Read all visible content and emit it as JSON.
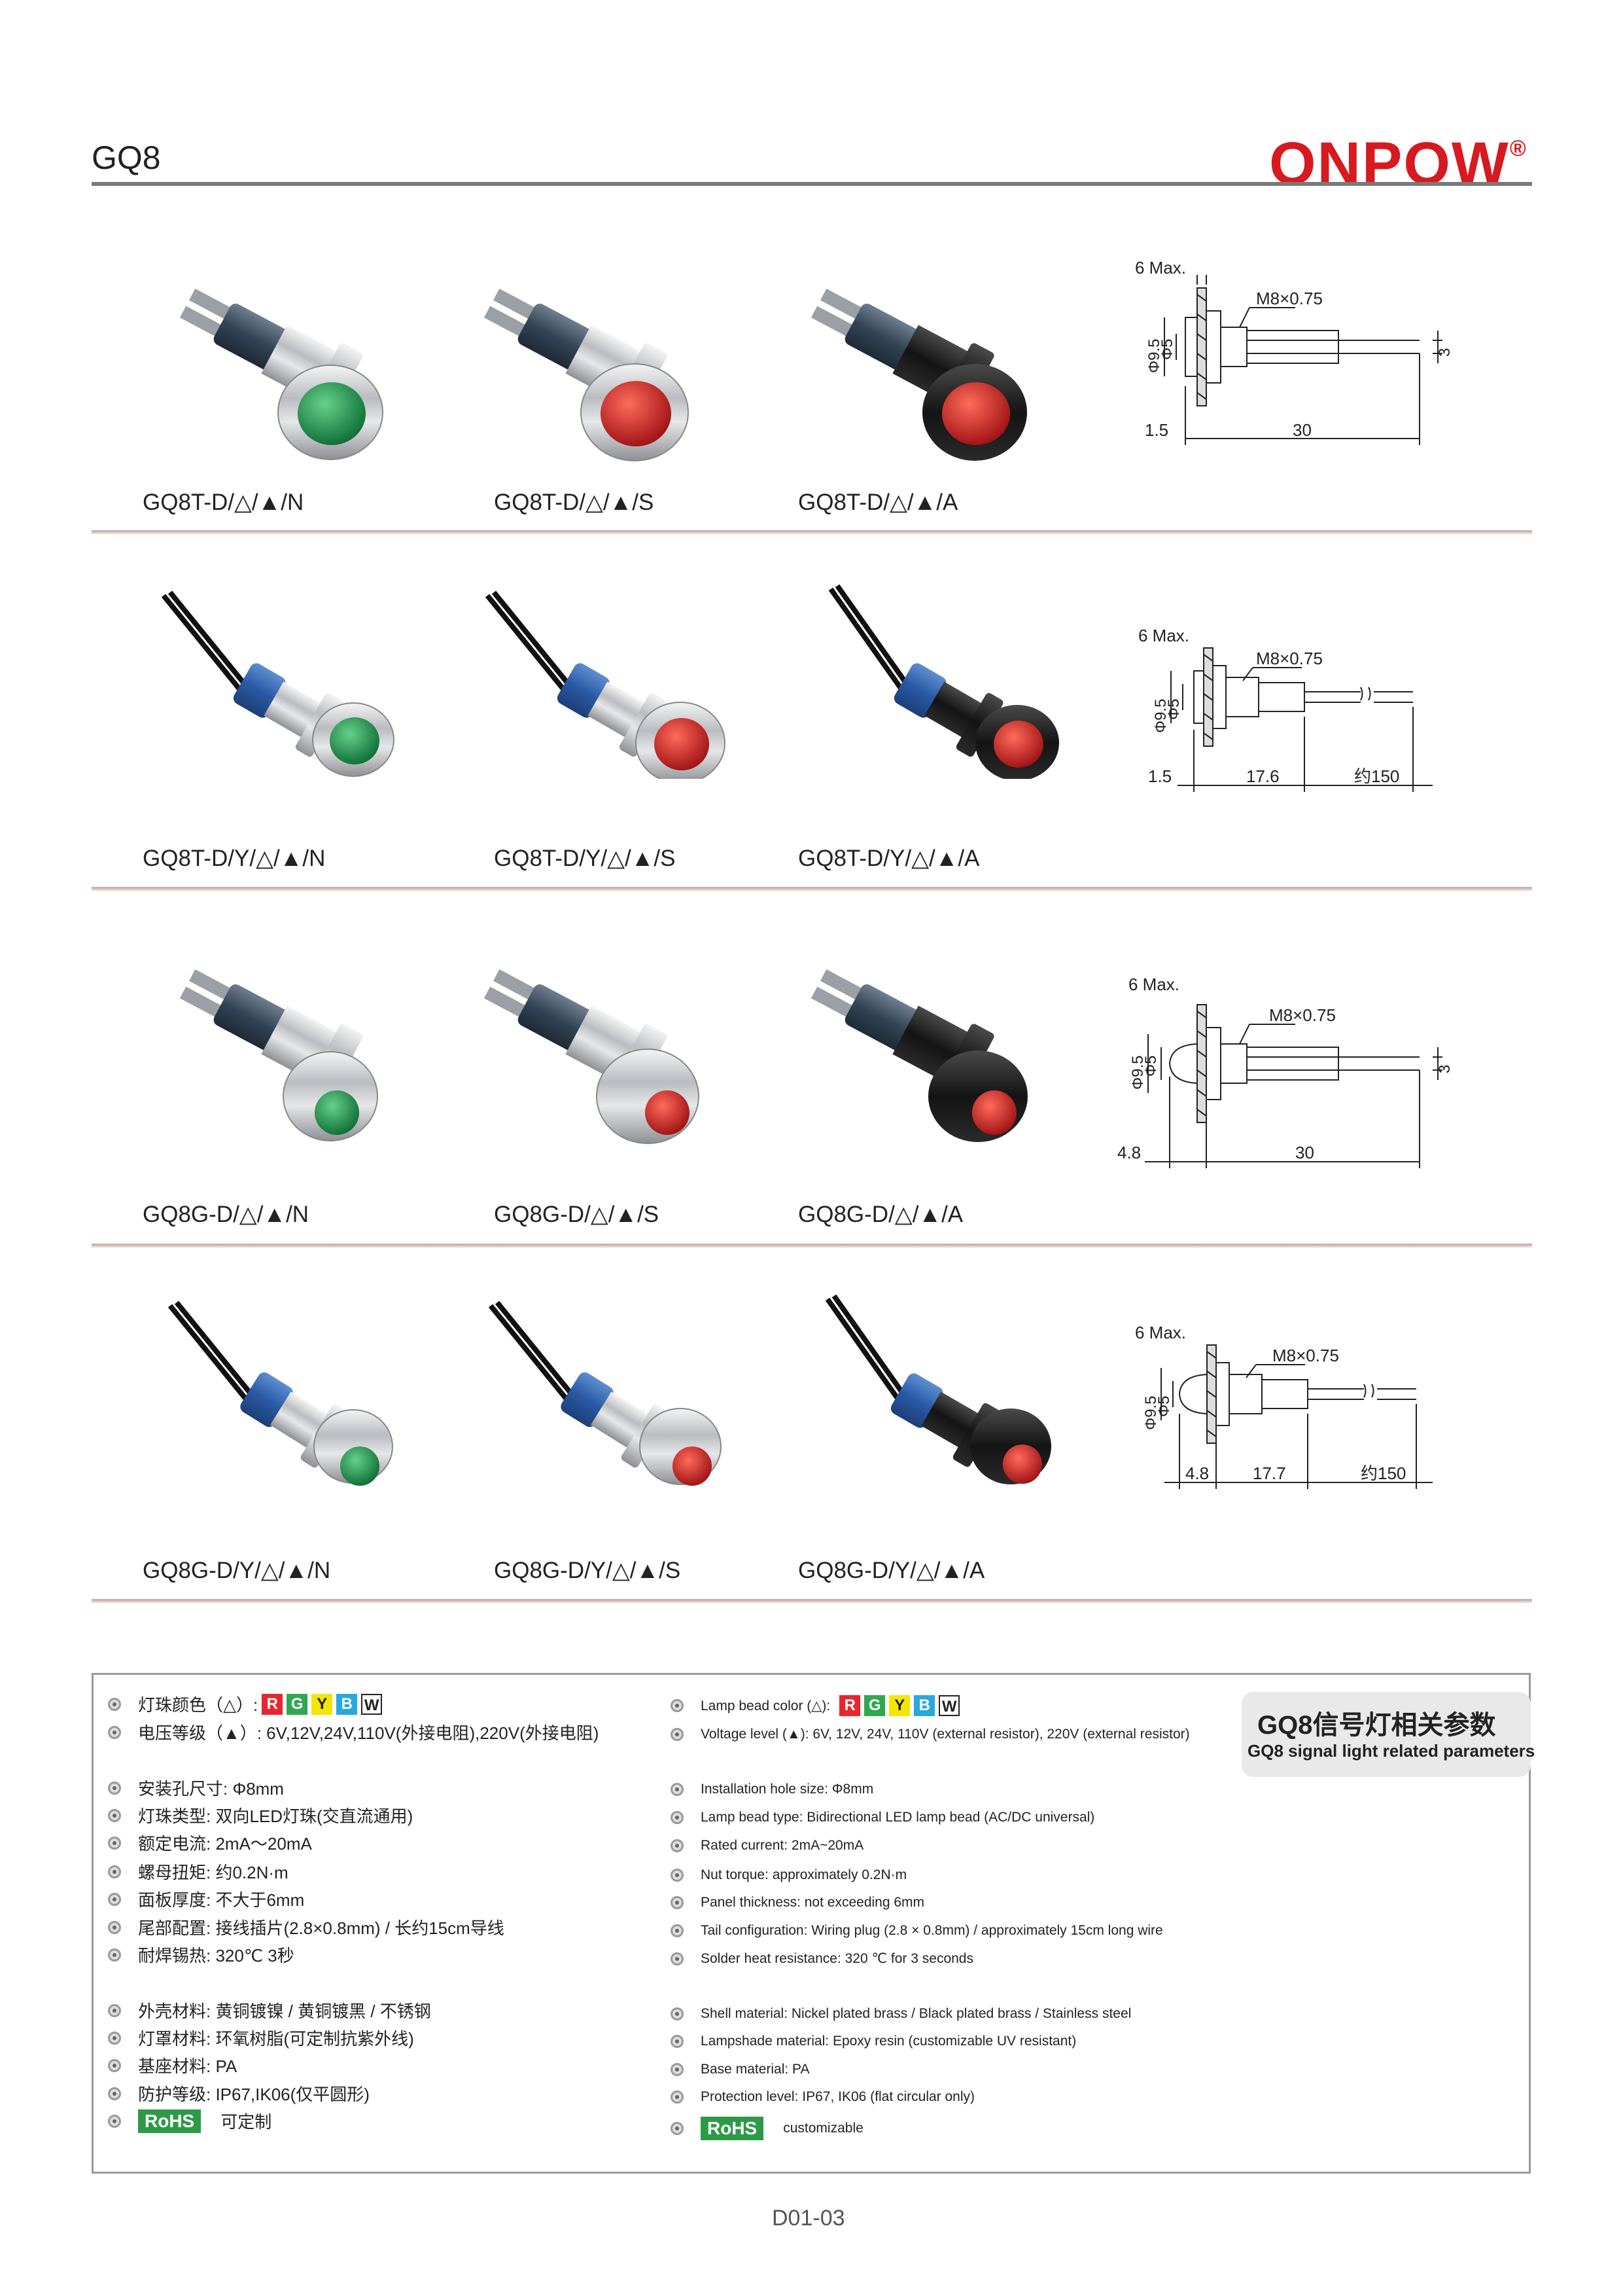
{
  "header": {
    "series": "GQ8",
    "brand": "ONPOW",
    "brand_mark": "®"
  },
  "rows": [
    {
      "models": [
        "GQ8T-D/△/▲/N",
        "GQ8T-D/△/▲/S",
        "GQ8T-D/△/▲/A"
      ],
      "dims": {
        "max": "6 Max.",
        "thread": "M8×0.75",
        "d1": "Φ9.5",
        "d2": "Φ5",
        "pin": "3",
        "flange": "1.5",
        "length": "30",
        "wire": ""
      }
    },
    {
      "models": [
        "GQ8T-D/Y/△/▲/N",
        "GQ8T-D/Y/△/▲/S",
        "GQ8T-D/Y/△/▲/A"
      ],
      "dims": {
        "max": "6 Max.",
        "thread": "M8×0.75",
        "d1": "Φ9.5",
        "d2": "Φ5",
        "pin": "",
        "flange": "1.5",
        "length": "17.6",
        "wire": "约150"
      }
    },
    {
      "models": [
        "GQ8G-D/△/▲/N",
        "GQ8G-D/△/▲/S",
        "GQ8G-D/△/▲/A"
      ],
      "dims": {
        "max": "6 Max.",
        "thread": "M8×0.75",
        "d1": "Φ9.5",
        "d2": "Φ5",
        "pin": "3",
        "flange": "4.8",
        "length": "30",
        "wire": ""
      }
    },
    {
      "models": [
        "GQ8G-D/Y/△/▲/N",
        "GQ8G-D/Y/△/▲/S",
        "GQ8G-D/Y/△/▲/A"
      ],
      "dims": {
        "max": "6 Max.",
        "thread": "M8×0.75",
        "d1": "Φ9.5",
        "d2": "Φ5",
        "pin": "",
        "flange": "4.8",
        "length": "17.7",
        "wire": "约150"
      }
    }
  ],
  "colors": {
    "R": "#e8262d",
    "G": "#2fa84f",
    "Y": "#f3e600",
    "B": "#29a8e0",
    "W": "#ffffff",
    "brand": "#d71920",
    "rohs": "#2e9a48"
  },
  "color_chips": [
    "R",
    "G",
    "Y",
    "B",
    "W"
  ],
  "specs": {
    "zh": {
      "color_label": "灯珠颜色（△）:",
      "voltage": "电压等级（▲）: 6V,12V,24V,110V(外接电阻),220V(外接电阻)",
      "hole": "安装孔尺寸:  Φ8mm",
      "bead": "灯珠类型:  双向LED灯珠(交直流通用)",
      "current": "额定电流:  2mA～20mA",
      "torque": "螺母扭矩:  约0.2N·m",
      "panel": "面板厚度:  不大于6mm",
      "tail": "尾部配置:  接线插片(2.8×0.8mm) / 长约15cm导线",
      "solder": "耐焊锡热:  320℃ 3秒",
      "shell": "外壳材料:  黄铜镀镍 / 黄铜镀黑 / 不锈钢",
      "shade": "灯罩材料:  环氧树脂(可定制抗紫外线)",
      "base": "基座材料:  PA",
      "protect": "防护等级:  IP67,IK06(仅平圆形)",
      "rohs": "可定制"
    },
    "en": {
      "color_label": "Lamp bead color (△):",
      "voltage": "Voltage level (▲): 6V, 12V, 24V, 110V (external resistor), 220V (external resistor)",
      "hole": "Installation hole size: Φ8mm",
      "bead": "Lamp bead type: Bidirectional LED lamp bead (AC/DC universal)",
      "current": "Rated current: 2mA~20mA",
      "torque": "Nut torque: approximately 0.2N·m",
      "panel": "Panel thickness: not exceeding 6mm",
      "tail": "Tail configuration: Wiring plug (2.8 × 0.8mm) / approximately 15cm long wire",
      "solder": "Solder heat resistance: 320 ℃ for 3 seconds",
      "shell": "Shell material: Nickel plated brass / Black plated brass / Stainless steel",
      "shade": "Lampshade material: Epoxy resin (customizable UV resistant)",
      "base": "Base material: PA",
      "protect": "Protection level: IP67, IK06 (flat circular only)",
      "rohs": "customizable"
    },
    "rohs_badge": "RoHS",
    "title_zh": "GQ8信号灯相关参数",
    "title_en": "GQ8 signal light related parameters"
  },
  "footer": {
    "page": "D01-03"
  }
}
